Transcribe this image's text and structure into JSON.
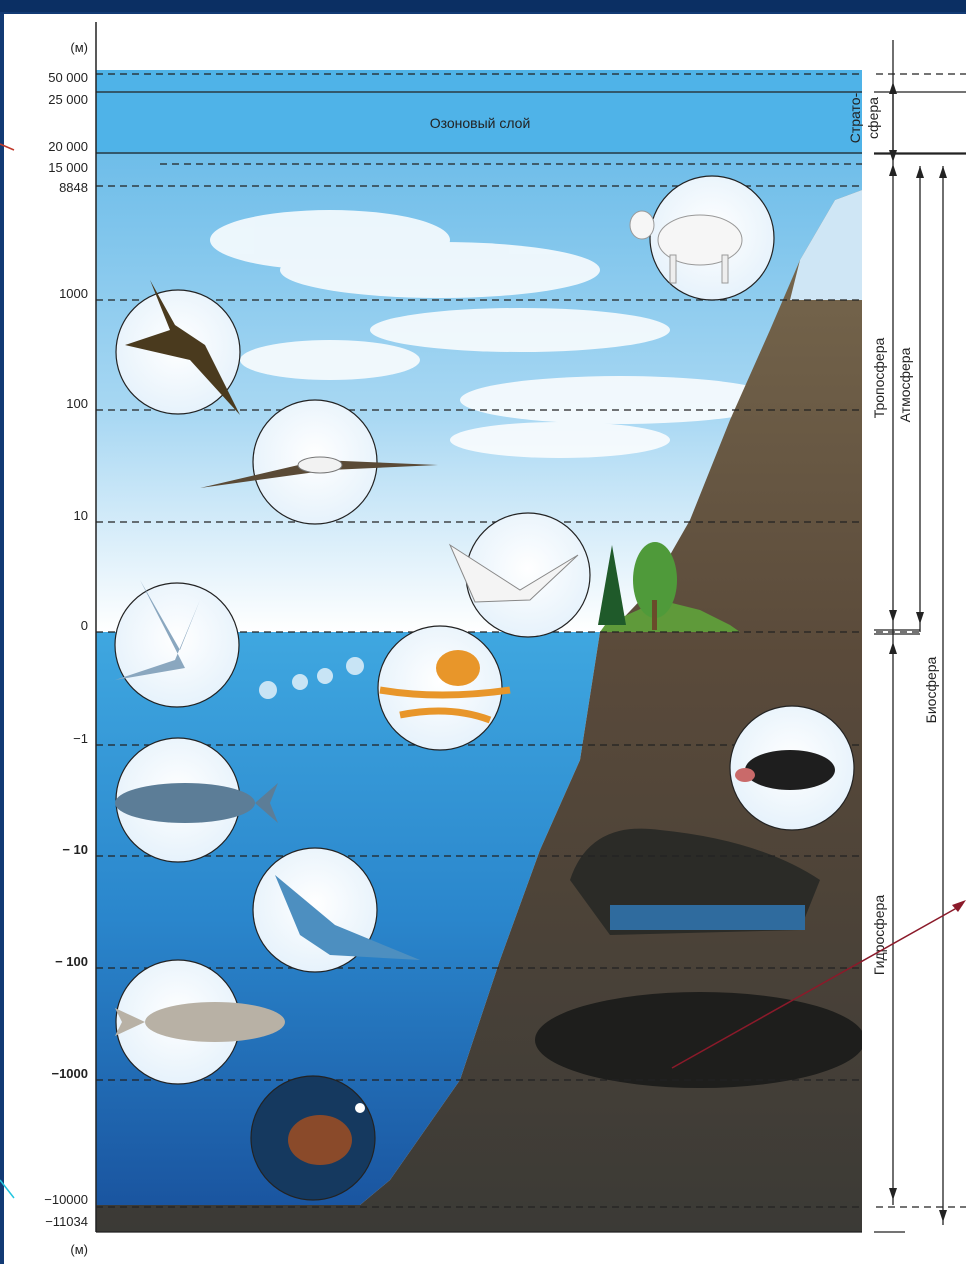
{
  "unit_top": "(м)",
  "unit_bottom": "(м)",
  "altitude_labels": [
    "50 000",
    "25 000",
    "20 000",
    "15 000",
    "8848",
    "1000",
    "100",
    "10",
    "0"
  ],
  "depth_labels": [
    "−1",
    "− 10",
    "− 100",
    "−1000",
    "−10000",
    "−11034"
  ],
  "ozone_label": "Озоновый слой",
  "zones": {
    "strato_a": "Страто-",
    "strato_b": "сфера",
    "troposphere": "Тропосфера",
    "atmosphere": "Атмосфера",
    "hydrosphere": "Гидросфера",
    "biosphere": "Биосфера"
  },
  "colors": {
    "background": "#123a74",
    "ozone": "#4fb3e8",
    "sky": "#7fc4ef",
    "ocean": "#2a8ed0",
    "ocean_deep": "#1a5fa8",
    "rock": "#5a4a3a",
    "arrow_red": "#8b1a2a",
    "arrow_cyan": "#22c6e0"
  },
  "illustrations": [
    "eagle-icon",
    "albatross-icon",
    "seagull-icon",
    "mountain-goat-icon",
    "flying-fish-icon",
    "octopus-icon",
    "tuna-icon",
    "shark-icon",
    "sperm-whale-icon",
    "anglerfish-icon",
    "mole-icon",
    "jellyfish-icon",
    "mountain-icon",
    "tree-icon",
    "cave-icon"
  ]
}
